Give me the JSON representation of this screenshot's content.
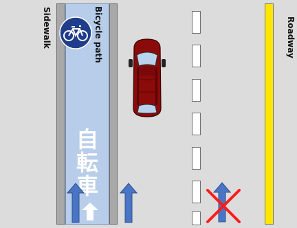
{
  "labels": {
    "sidewalk": "Sidewalk",
    "bicycle_path": "Bicycle path",
    "roadway": "Roadway",
    "bicycle_kanji": [
      "自",
      "転",
      "車"
    ]
  },
  "colors": {
    "road": "#dcdcdc",
    "curb": "#a8a8a8",
    "bike_lane": "#b8cde9",
    "yellow_line": "#ffe600",
    "car": "#8b0a0a",
    "arrow_blue": "#4a74c4",
    "cross_red": "#ff1a1a",
    "sign_blue": "#1f3d8a"
  },
  "icons": {
    "bicycle_sign": "bicycle-sign-icon",
    "car": "car-icon",
    "prohibited": "red-x-icon"
  }
}
